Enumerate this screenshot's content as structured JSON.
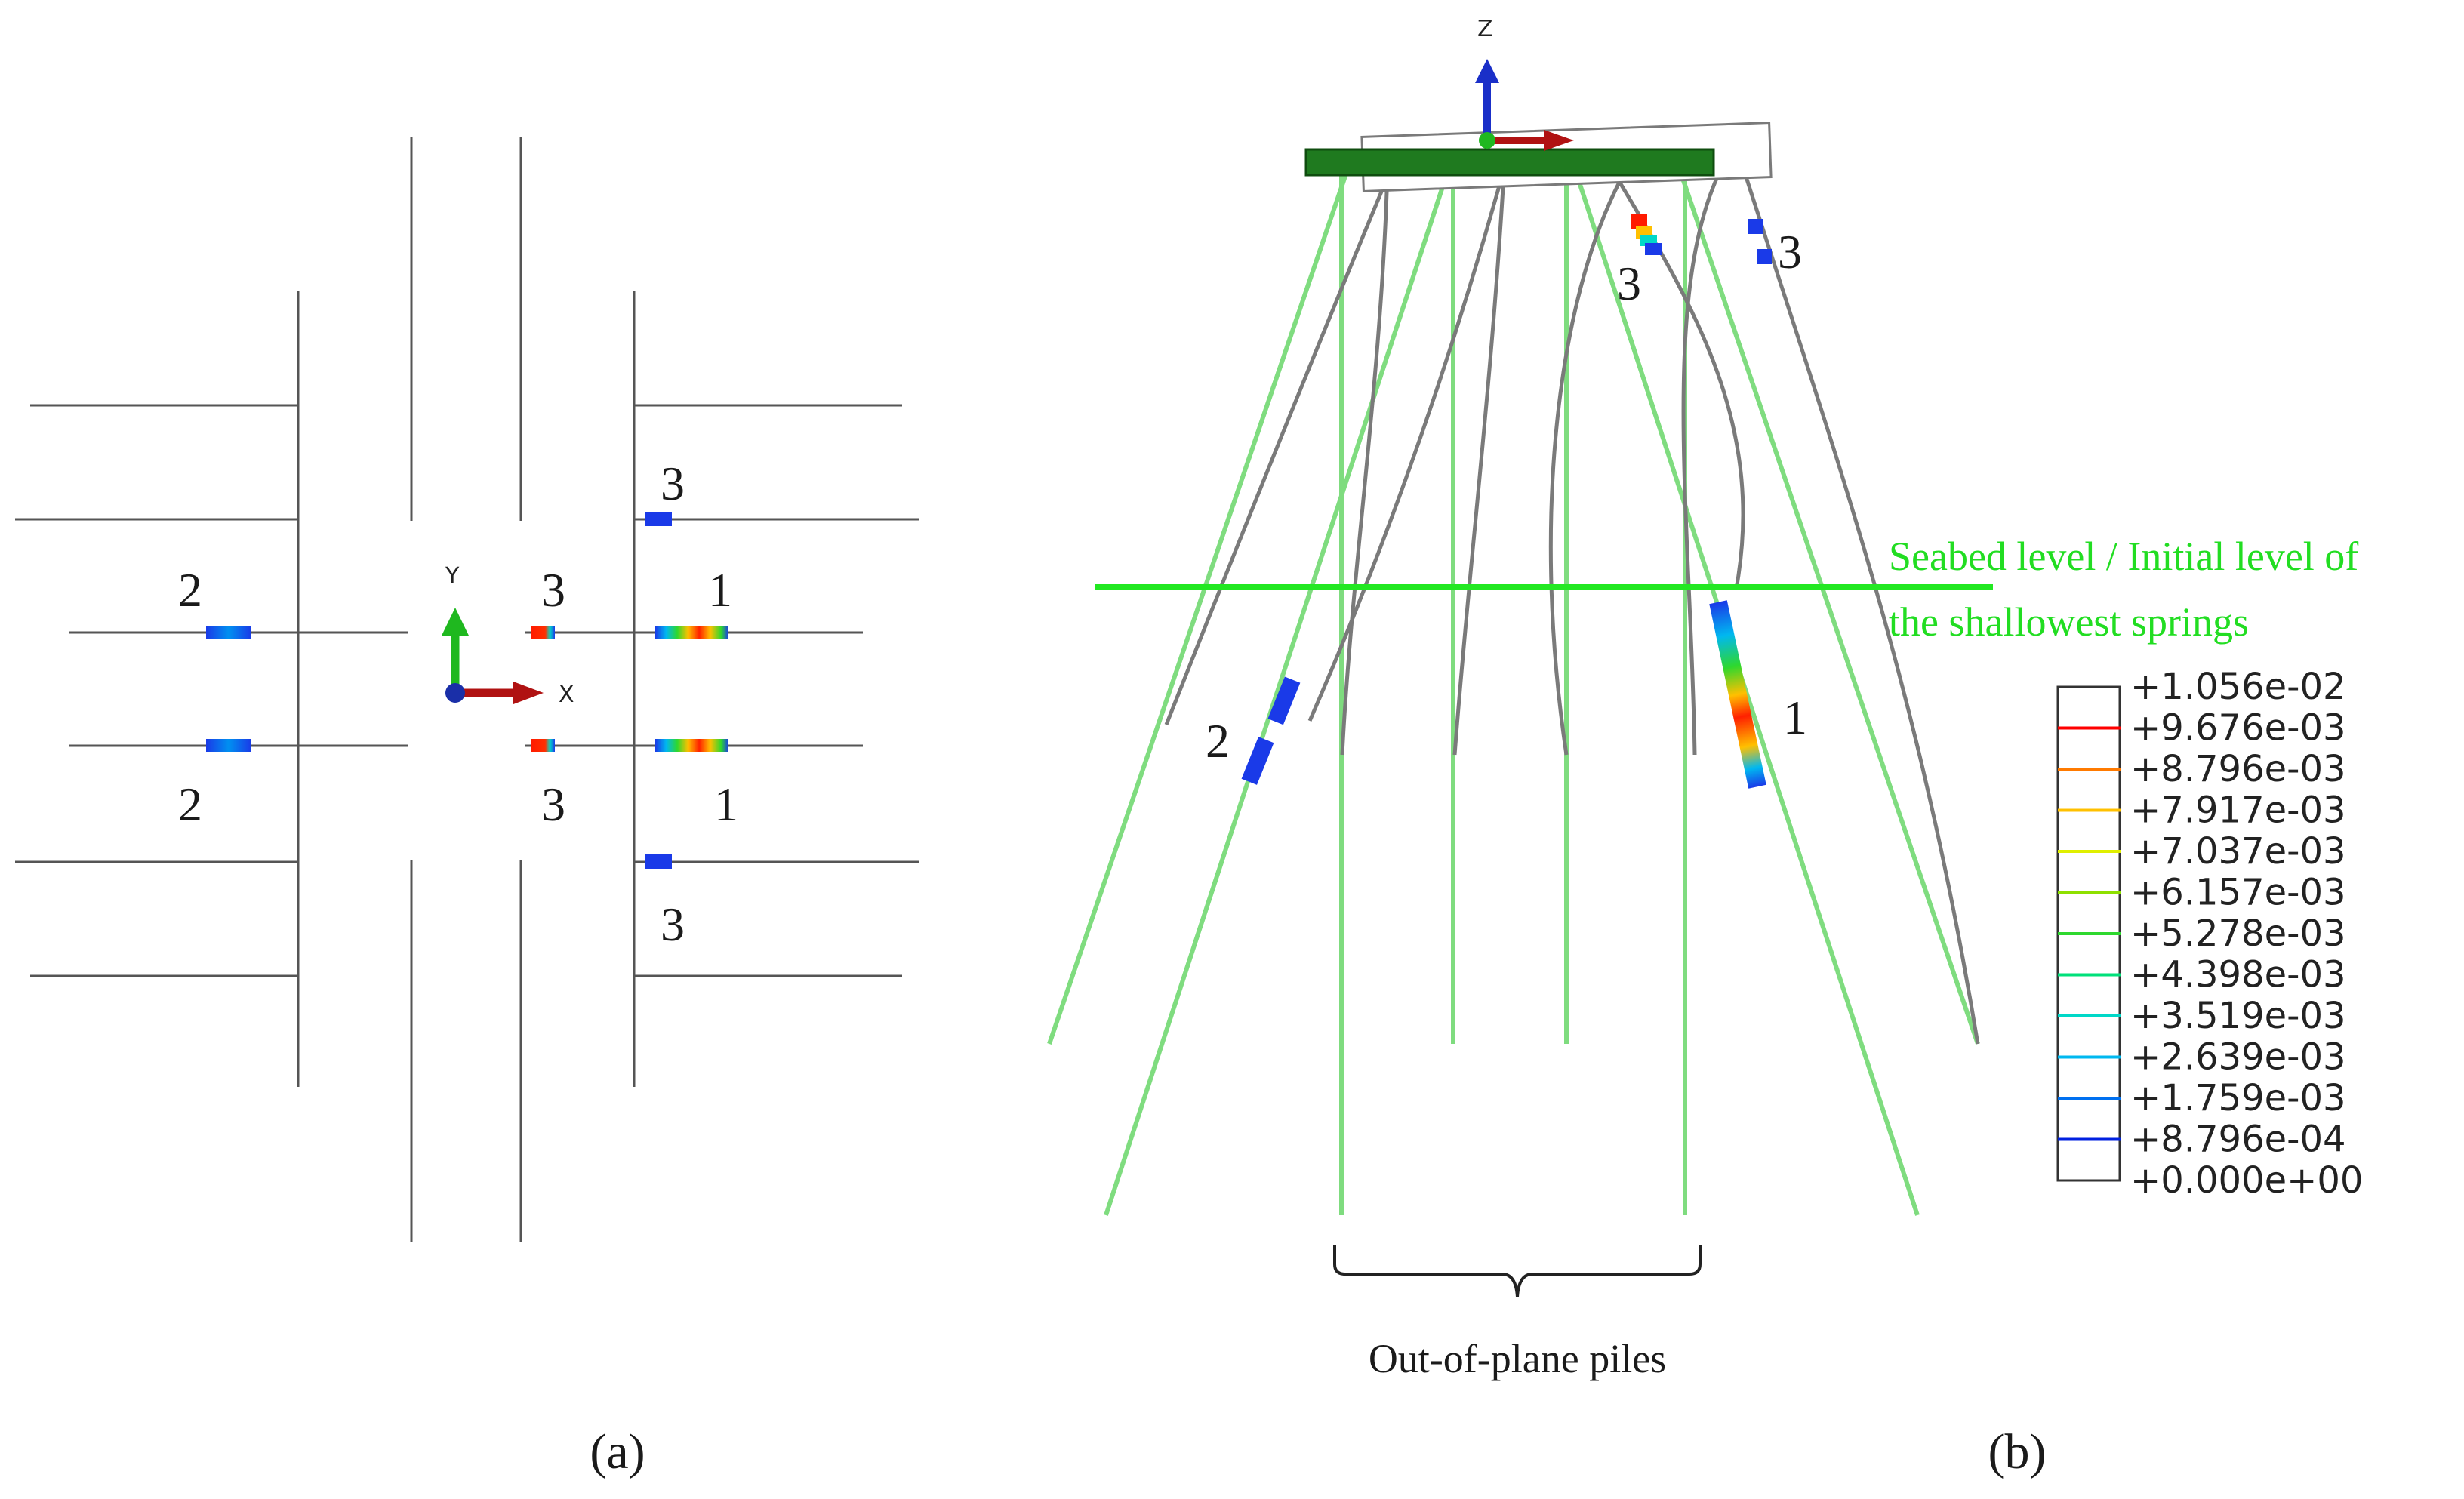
{
  "panel_a": {
    "caption": "(a)",
    "axes": {
      "y": "Y",
      "x": "X"
    },
    "labels": [
      {
        "id": "a-lbl-3-top",
        "text": "3"
      },
      {
        "id": "a-lbl-2-upper",
        "text": "2"
      },
      {
        "id": "a-lbl-3-center-upper",
        "text": "3"
      },
      {
        "id": "a-lbl-1-upper",
        "text": "1"
      },
      {
        "id": "a-lbl-2-lower",
        "text": "2"
      },
      {
        "id": "a-lbl-3-center-lower",
        "text": "3"
      },
      {
        "id": "a-lbl-1-lower",
        "text": "1"
      },
      {
        "id": "a-lbl-3-bottom",
        "text": "3"
      }
    ]
  },
  "panel_b": {
    "caption": "(b)",
    "axes": {
      "z": "Z"
    },
    "seabed_label_line1": "Seabed level / Initial level of",
    "seabed_label_line2": "the shallowest springs",
    "brace_label": "Out-of-plane piles",
    "labels": [
      {
        "id": "b-lbl-3-left",
        "text": "3"
      },
      {
        "id": "b-lbl-3-right",
        "text": "3"
      },
      {
        "id": "b-lbl-2",
        "text": "2"
      },
      {
        "id": "b-lbl-1",
        "text": "1"
      }
    ],
    "colors": {
      "seabed": "#22e822",
      "pile": "#7fdc7f",
      "deformed": "#7a7a7a"
    }
  },
  "legend": {
    "entries": [
      {
        "value": "+1.056e-02",
        "color": "#ffffff"
      },
      {
        "value": "+9.676e-03",
        "color": "#ff0000"
      },
      {
        "value": "+8.796e-03",
        "color": "#ff7a00"
      },
      {
        "value": "+7.917e-03",
        "color": "#ffc000"
      },
      {
        "value": "+7.037e-03",
        "color": "#e0ef00"
      },
      {
        "value": "+6.157e-03",
        "color": "#8ee000"
      },
      {
        "value": "+5.278e-03",
        "color": "#2ed82e"
      },
      {
        "value": "+4.398e-03",
        "color": "#00e07a"
      },
      {
        "value": "+3.519e-03",
        "color": "#00d8c8"
      },
      {
        "value": "+2.639e-03",
        "color": "#00b8f0"
      },
      {
        "value": "+1.759e-03",
        "color": "#0070f0"
      },
      {
        "value": "+8.796e-04",
        "color": "#0020e0"
      },
      {
        "value": "+0.000e+00",
        "color": "#ffffff"
      }
    ]
  }
}
